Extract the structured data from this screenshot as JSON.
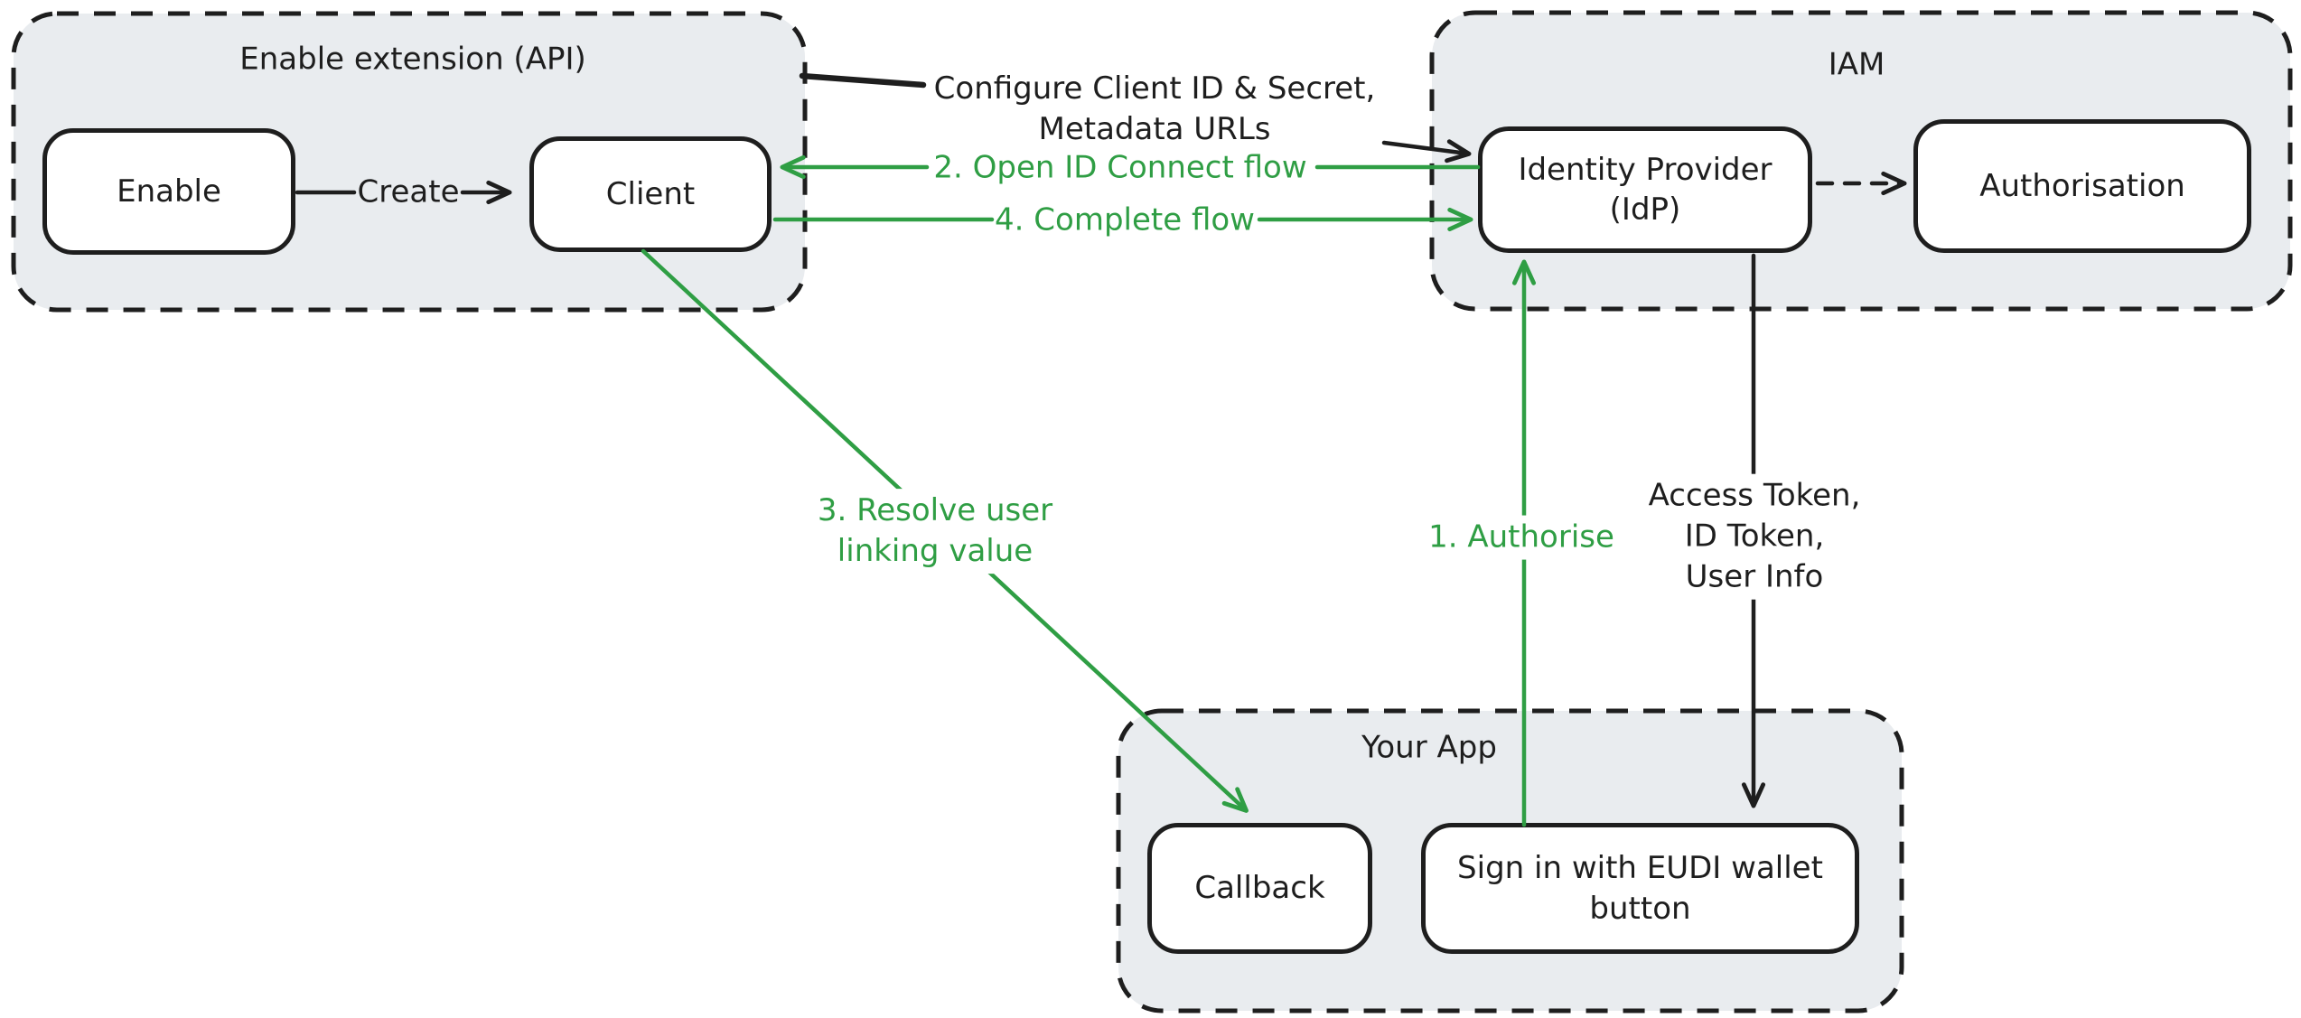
{
  "diagram": {
    "kind": "flow-diagram",
    "colors": {
      "stroke_black": "#1e1e1e",
      "stroke_green": "#2f9e44",
      "container_fill": "#e9ecef",
      "node_fill": "#ffffff",
      "background": "#ffffff"
    },
    "containers": {
      "enable_extension": {
        "title": "Enable extension (API)"
      },
      "iam": {
        "title": "IAM"
      },
      "your_app": {
        "title": "Your App"
      }
    },
    "nodes": {
      "enable": {
        "label": "Enable"
      },
      "client": {
        "label": "Client"
      },
      "idp": {
        "label": "Identity Provider\n(IdP)"
      },
      "authorisation": {
        "label": "Authorisation"
      },
      "callback": {
        "label": "Callback"
      },
      "signin_button": {
        "label": "Sign in with EUDI wallet\nbutton"
      }
    },
    "edges": {
      "create": {
        "label": "Create",
        "from": "enable",
        "to": "client",
        "color": "black"
      },
      "configure": {
        "label": "Configure Client ID & Secret,\nMetadata URLs",
        "from": "enable_extension",
        "to": "idp",
        "color": "black"
      },
      "open_id_connect": {
        "label": "2. Open ID Connect flow",
        "from": "idp",
        "to": "client",
        "color": "green"
      },
      "complete_flow": {
        "label": "4. Complete flow",
        "from": "client",
        "to": "idp",
        "color": "green"
      },
      "resolve_user": {
        "label": "3. Resolve user\nlinking value",
        "from": "client",
        "to": "callback",
        "color": "green"
      },
      "authorise": {
        "label": "1. Authorise",
        "from": "signin_button",
        "to": "idp",
        "color": "green"
      },
      "tokens": {
        "label": "Access Token,\nID Token,\nUser Info",
        "from": "idp",
        "to": "signin_button",
        "color": "black"
      },
      "idp_to_authorisation": {
        "label": "",
        "from": "idp",
        "to": "authorisation",
        "color": "black",
        "style": "dashed"
      }
    }
  }
}
